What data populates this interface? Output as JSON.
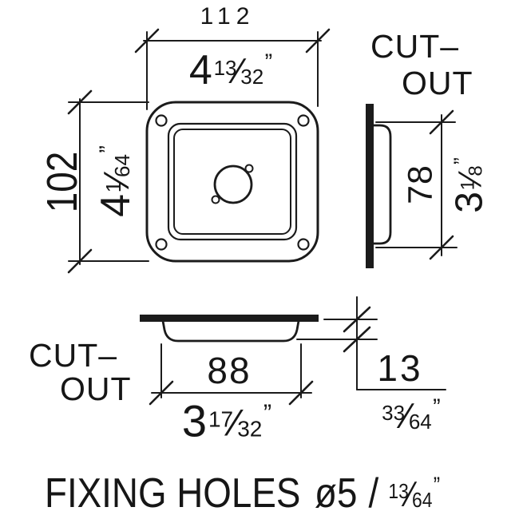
{
  "symbols": {
    "frac_slash": "⁄"
  },
  "drawing": {
    "top_width": {
      "mm": "112",
      "in": {
        "whole": "4",
        "num": "13",
        "den": "32",
        "unit": "”"
      }
    },
    "left_height": {
      "mm": "102",
      "in": {
        "whole": "4",
        "num": "1",
        "den": "64",
        "unit": "”"
      }
    },
    "side_cutout": {
      "label_line1": "CUT–",
      "label_line2": "OUT",
      "mm": "78",
      "in": {
        "whole": "3",
        "num": "1",
        "den": "8",
        "unit": "”"
      }
    },
    "bottom_cutout": {
      "label_line1": "CUT–",
      "label_line2": "OUT",
      "mm": "88",
      "in": {
        "whole": "3",
        "num": "17",
        "den": "32",
        "unit": "”"
      }
    },
    "depth": {
      "mm": "13",
      "in": {
        "num": "33",
        "den": "64",
        "unit": "”"
      }
    },
    "footer": {
      "prefix": "FIXING HOLES",
      "diameter": "ø5",
      "separator": "/",
      "frac": {
        "num": "13",
        "den": "64",
        "unit": "”"
      }
    }
  }
}
